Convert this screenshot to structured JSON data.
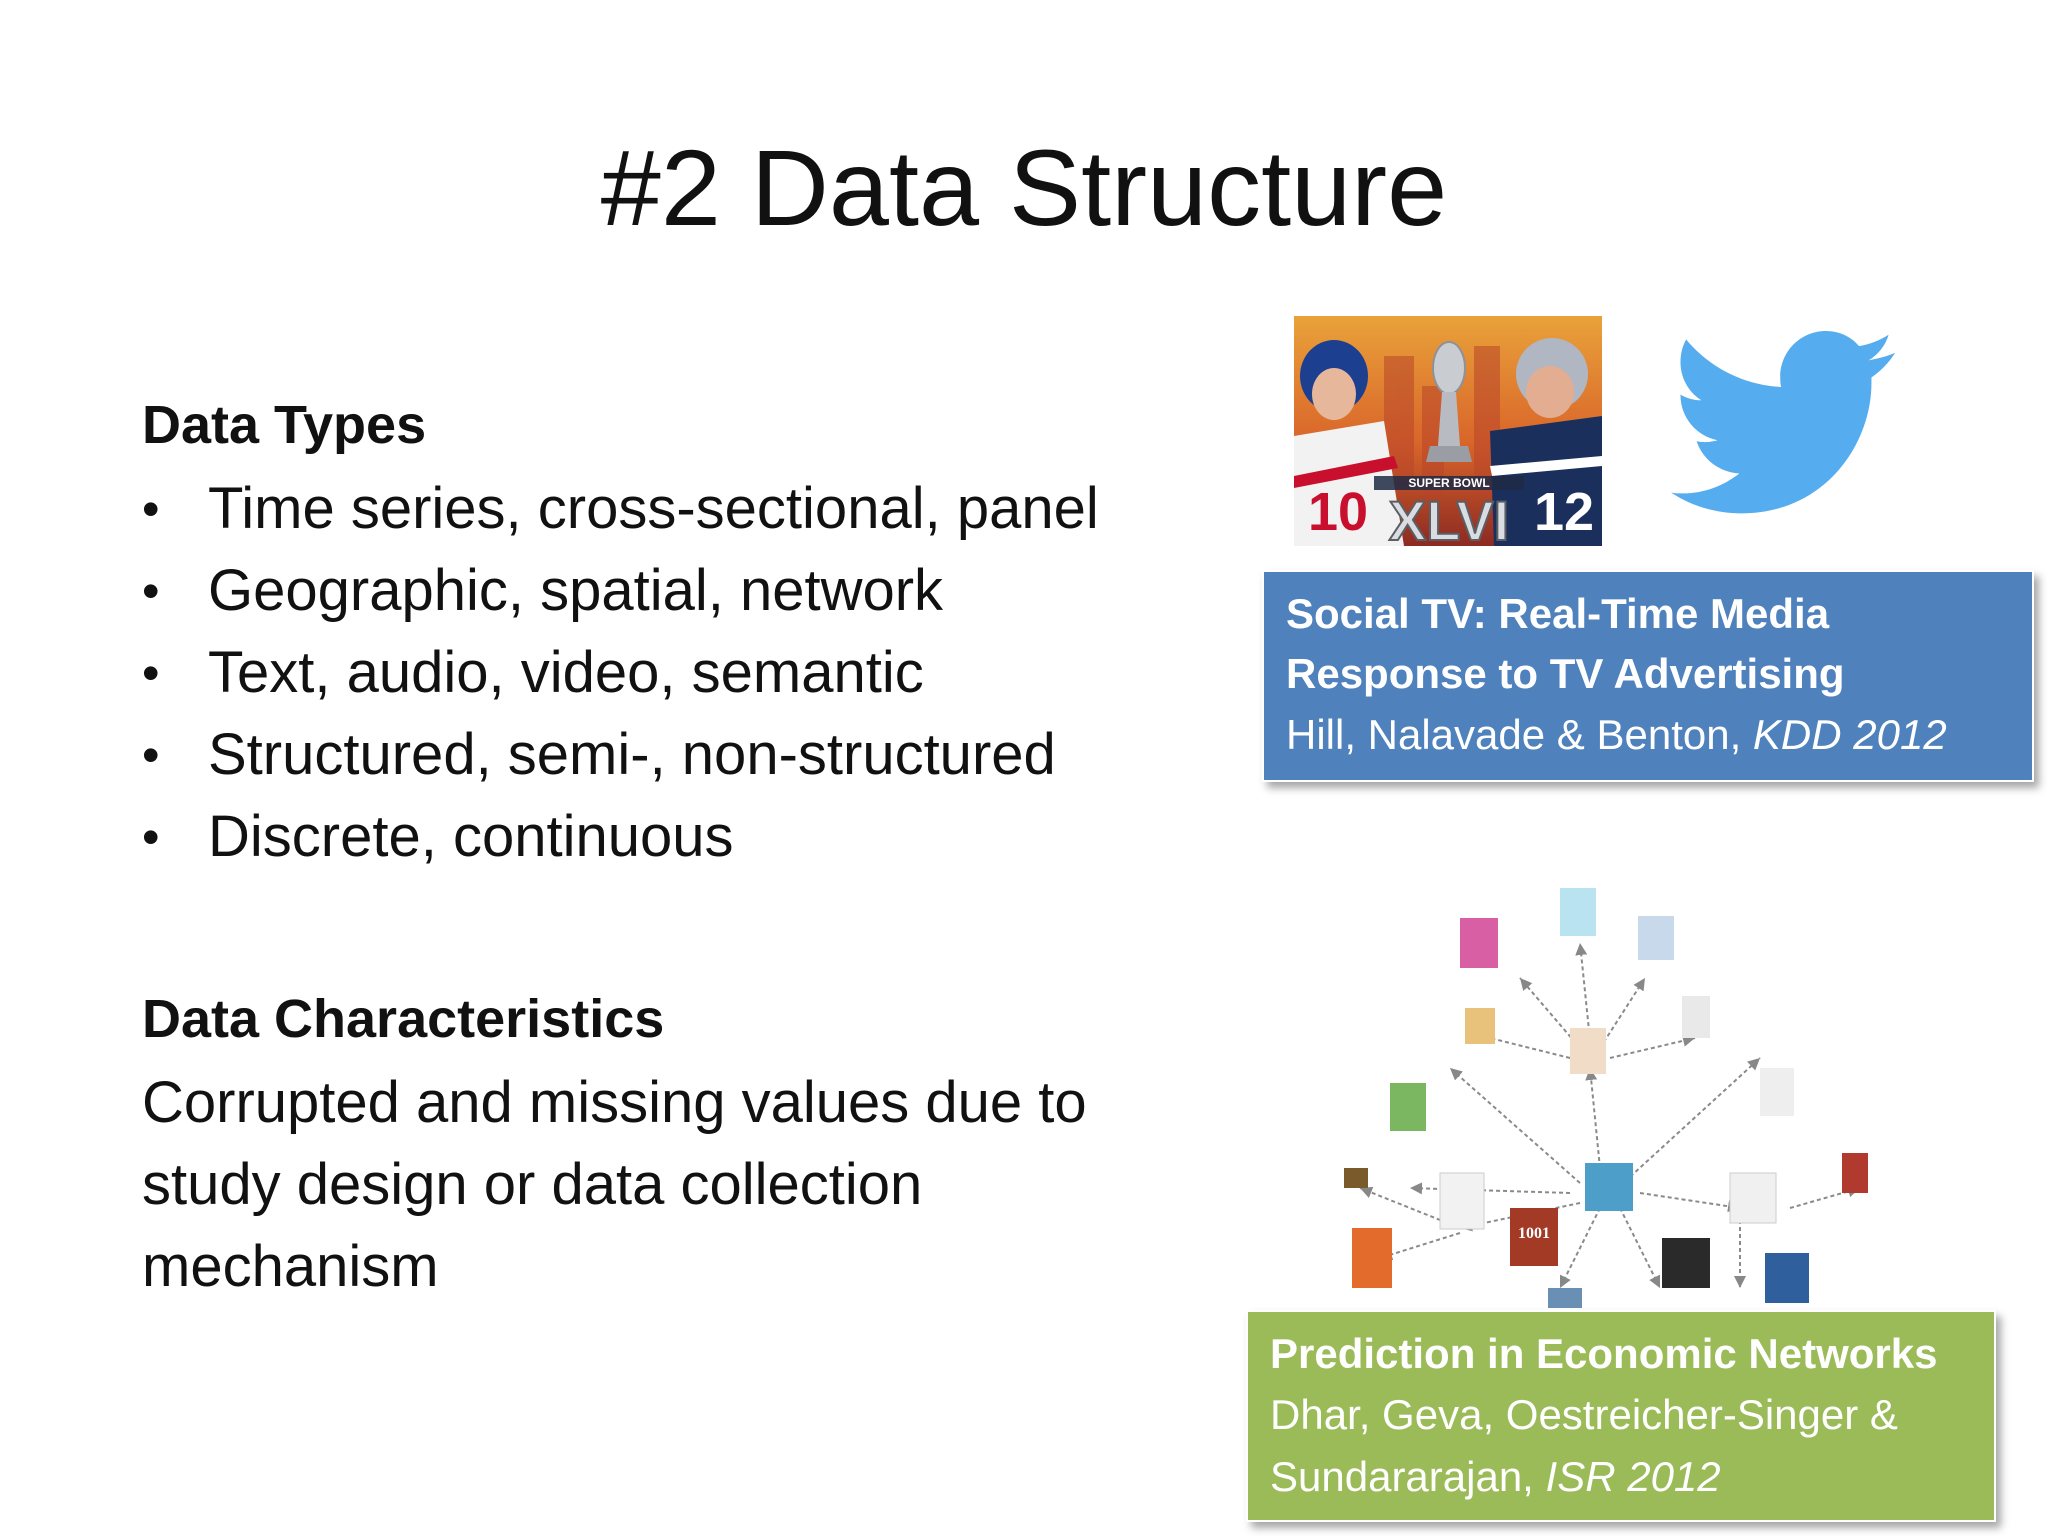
{
  "slide": {
    "title": "#2 Data Structure"
  },
  "data_types": {
    "heading": "Data Types",
    "items": [
      "Time series, cross-sectional, panel",
      "Geographic, spatial, network",
      "Text, audio, video, semantic",
      "Structured, semi-, non-structured",
      "Discrete, continuous"
    ],
    "bullet": "•"
  },
  "data_characteristics": {
    "heading": "Data Characteristics",
    "line1": "Corrupted and missing values due to",
    "line2": "study design or data collection",
    "line3": "mechanism"
  },
  "super_bowl_image": {
    "banner_top": "SUPER BOWL",
    "banner_main": "XLVI",
    "jersey_left": "10",
    "jersey_right": "12"
  },
  "social_tv_ref": {
    "title_line1": "Social TV: Real-Time Media",
    "title_line2": "Response to TV Advertising",
    "authors": "Hill, Nalavade & Benton, ",
    "venue": "KDD 2012",
    "color": "#4f81bd"
  },
  "economic_networks_ref": {
    "title": "Prediction in Economic Networks",
    "authors_line1": "Dhar, Geva, Oestreicher-Singer  &",
    "authors_line2": "Sundararajan, ",
    "venue": "ISR 2012",
    "color": "#9bbb59"
  },
  "network_image": {
    "center_book_label": "1001"
  },
  "icons": {
    "bird": "twitter-bird-icon",
    "trophy": "trophy-icon"
  }
}
